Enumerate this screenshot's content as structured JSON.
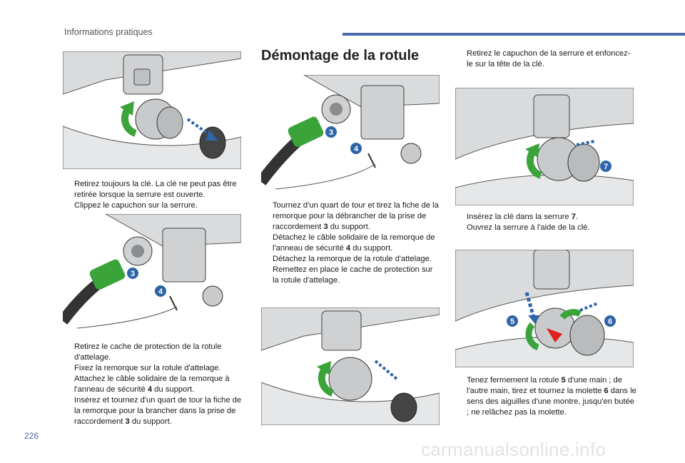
{
  "header": {
    "title": "Informations pratiques",
    "accent_color": "#4a6aa8"
  },
  "page": {
    "number": "226"
  },
  "watermark": "carmanualsonline.info",
  "section": {
    "title": "Démontage de la rotule"
  },
  "colors": {
    "green": "#3aa33a",
    "red": "#e0201b",
    "blue_callout": "#2d64a8",
    "drawing_gray": "#d9dbdc"
  },
  "bullet_glyph": "",
  "column1": {
    "list1": [
      "Retirez toujours la clé. La clé ne peut pas être retirée lorsque la serrure est ouverte.",
      "Clippez le capuchon sur la serrure."
    ],
    "callouts_fig2": [
      "3",
      "4"
    ],
    "list2": [
      {
        "text": "Retirez le cache de protection de la rotule d'attelage."
      },
      {
        "text": "Fixez la remorque sur la rotule d'attelage."
      },
      {
        "before": "Attachez le câble solidaire de la remorque à l'anneau de sécurité ",
        "bold": "4",
        "after": " du support."
      },
      {
        "before": "Insérez et tournez d'un quart de tour la fiche de la remorque pour la brancher dans la prise de raccordement ",
        "bold": "3",
        "after": " du support."
      }
    ]
  },
  "column2": {
    "callouts_fig3": [
      "3",
      "4"
    ],
    "list1": [
      {
        "before": "Tournez d'un quart de tour et tirez la fiche de la remorque pour la débrancher de la prise de raccordement ",
        "bold": "3",
        "after": " du support."
      },
      {
        "before": "Détachez le câble solidaire de la remorque de l'anneau de sécurité ",
        "bold": "4",
        "after": " du support."
      },
      {
        "text": "Détachez la remorque de la rotule d'attelage."
      },
      {
        "text": "Remettez en place le cache de protection sur la rotule d'attelage."
      }
    ]
  },
  "column3": {
    "list1": [
      "Retirez le capuchon de la serrure et enfoncez-le sur la tête de la clé."
    ],
    "callouts_fig5": [
      "7"
    ],
    "list2": [
      {
        "before": "Insérez la clé dans la serrure ",
        "bold": "7",
        "after": "."
      },
      {
        "text": "Ouvrez la serrure à l'aide de la clé."
      }
    ],
    "callouts_fig6": [
      "5",
      "6"
    ],
    "list3": [
      {
        "before": "Tenez fermement la rotule ",
        "bold": "5",
        "after": " d'une main ; de l'autre main, tirez et tournez la molette "
      },
      {
        "bold_only": "6"
      }
    ],
    "list3_tail": " dans le sens des aiguilles d'une montre, jusqu'en butée ; ne relâchez pas la molette."
  }
}
